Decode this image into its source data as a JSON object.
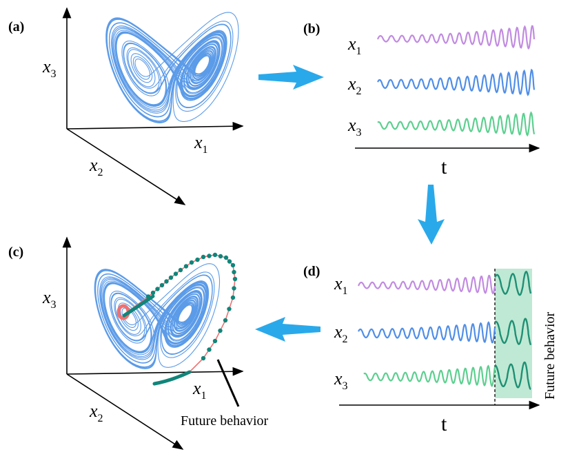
{
  "panels": {
    "a": "(a)",
    "b": "(b)",
    "c": "(c)",
    "d": "(d)"
  },
  "variables": {
    "x": "x",
    "sub1": "1",
    "sub2": "2",
    "sub3": "3"
  },
  "time_label": "t",
  "future_label": "Future behavior",
  "colors": {
    "attractor": "#5b9be8",
    "x1_series": "#c18be0",
    "x2_series": "#4f8ee8",
    "x3_series": "#5ccf8f",
    "future_series": "#1e8f74",
    "future_box": "#bfe9d4",
    "prediction_line": "#f07070",
    "prediction_dots": "#10857a",
    "flow_arrow": "#2aa9ea"
  }
}
